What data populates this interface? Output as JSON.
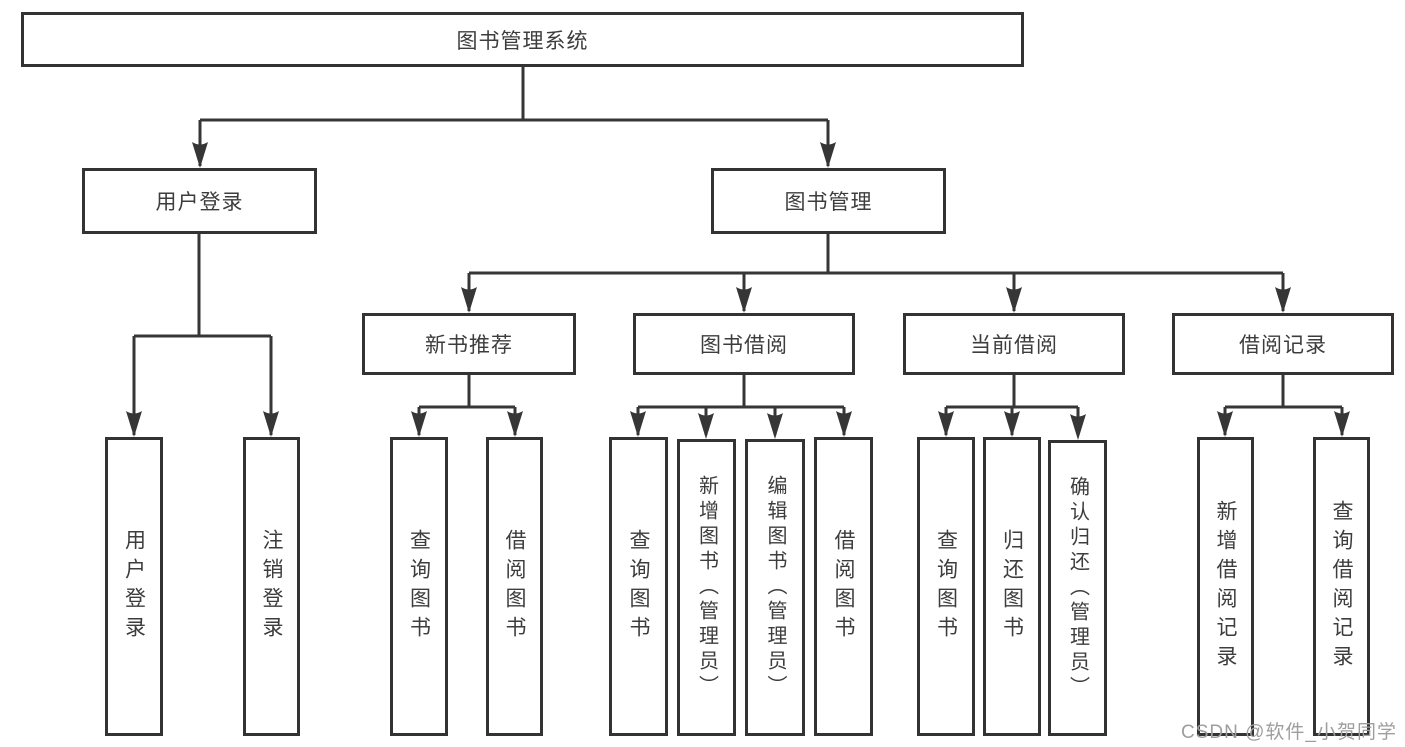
{
  "diagram": {
    "root": {
      "label": "图书管理系统"
    },
    "level2": {
      "user_login": {
        "label": "用户登录"
      },
      "book_mgmt": {
        "label": "图书管理"
      }
    },
    "level3": {
      "new_books": {
        "label": "新书推荐"
      },
      "book_borrow": {
        "label": "图书借阅"
      },
      "current_borrow": {
        "label": "当前借阅"
      },
      "borrow_records": {
        "label": "借阅记录"
      }
    },
    "leaves": {
      "login": {
        "label": "用户登录"
      },
      "logout": {
        "label": "注销登录"
      },
      "newbooks_query": {
        "label": "查询图书"
      },
      "newbooks_borrow": {
        "label": "借阅图书"
      },
      "borrow_query": {
        "label": "查询图书"
      },
      "borrow_add": {
        "label": "新增图书（管理员）"
      },
      "borrow_edit": {
        "label": "编辑图书（管理员）"
      },
      "borrow_borrow": {
        "label": "借阅图书"
      },
      "current_query": {
        "label": "查询图书"
      },
      "current_return": {
        "label": "归还图书"
      },
      "current_confirm": {
        "label": "确认归还（管理员）"
      },
      "records_add": {
        "label": "新增借阅记录"
      },
      "records_query": {
        "label": "查询借阅记录"
      }
    }
  },
  "watermark": {
    "text": "CSDN @软件_小贺同学"
  },
  "colors": {
    "line": "#363636",
    "box_border": "#333333",
    "text": "#3d3d3d",
    "watermark": "#9e9e9e",
    "background": "#ffffff"
  }
}
